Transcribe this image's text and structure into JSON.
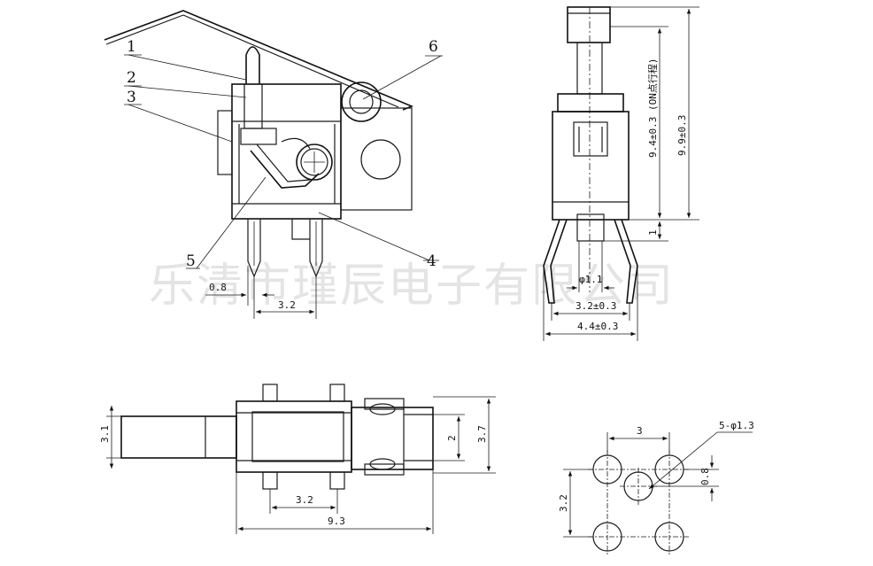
{
  "watermark": "乐清市瑾辰电子有限公司",
  "front_view": {
    "callouts": [
      "1",
      "2",
      "3",
      "4",
      "5",
      "6"
    ],
    "dim_pin_width": "0.8",
    "dim_pin_pitch": "3.2"
  },
  "side_view": {
    "dim_on_travel": "9.4±0.3 (ON点行程)",
    "dim_total_height": "9.9±0.3",
    "dim_pin_standoff": "1",
    "dim_pin_dia": "φ1.1",
    "dim_pin_span": "3.2±0.3",
    "dim_body_width": "4.4±0.3"
  },
  "top_view": {
    "dim_lever_width": "3.1",
    "dim_slot": "2",
    "dim_body_height": "3.7",
    "dim_pin_pitch": "3.2",
    "dim_total_length": "9.3"
  },
  "footprint": {
    "dim_hole_spacing": "3",
    "dim_holes": "5-φ1.3",
    "dim_offset": "0.8",
    "dim_row_spacing": "3.2"
  }
}
